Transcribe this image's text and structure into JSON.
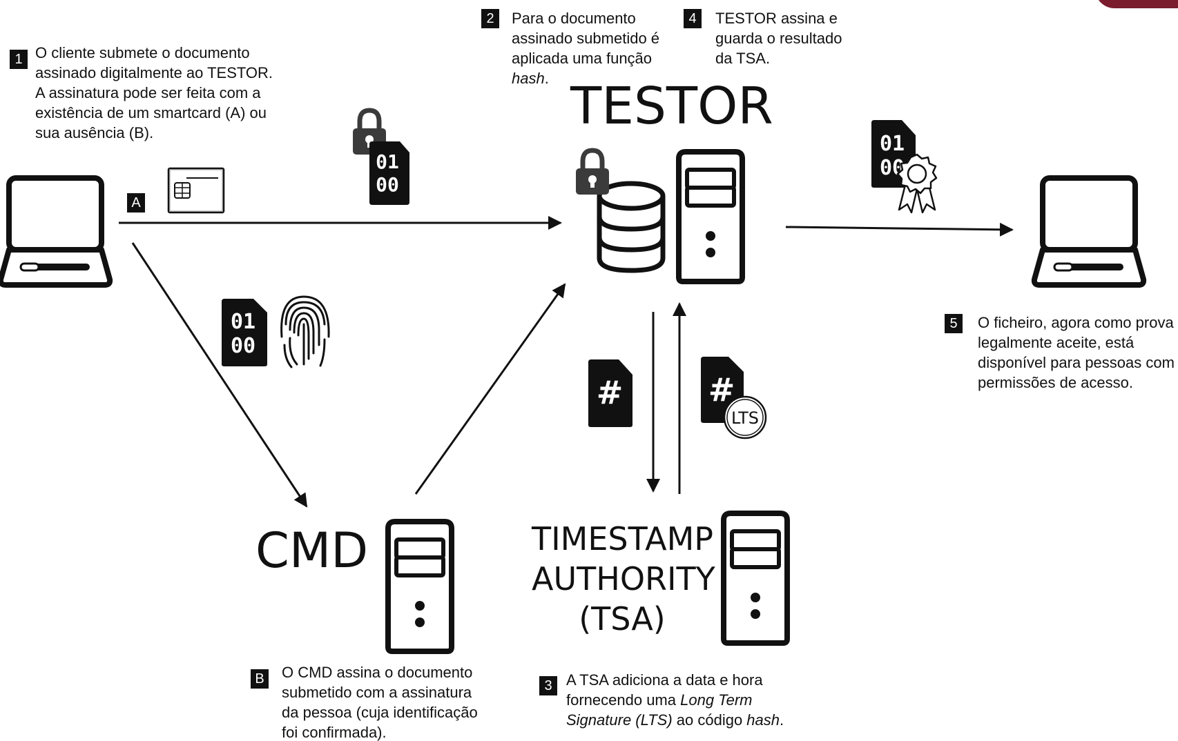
{
  "accent_color": "#7a1c2e",
  "nodes": {
    "testor": "TESTOR",
    "cmd": "CMD",
    "tsa": [
      "TIMESTAMP",
      "AUTHORITY",
      "(TSA)"
    ]
  },
  "steps": {
    "s1": {
      "tag": "1",
      "lines": [
        "O cliente submete o documento",
        "assinado digitalmente ao TESTOR.",
        "A assinatura pode ser feita com a",
        "existência de um smartcard (A) ou",
        "sua ausência (B)."
      ]
    },
    "s2": {
      "tag": "2",
      "lines": [
        "Para o documento",
        "assinado submetido é",
        "aplicada uma função"
      ],
      "italic_line": "hash",
      "suffix": "."
    },
    "s4": {
      "tag": "4",
      "lines": [
        "TESTOR assina e",
        "guarda o resultado",
        "da TSA."
      ]
    },
    "s5": {
      "tag": "5",
      "lines": [
        "O ficheiro, agora como prova",
        "legalmente aceite, está",
        "disponível para pessoas com",
        "permissões de acesso."
      ]
    },
    "sB": {
      "tag": "B",
      "lines": [
        "O CMD assina o documento",
        "submetido com a assinatura",
        "da pessoa (cuja identificação",
        "foi confirmada)."
      ]
    },
    "s3": {
      "tag": "3",
      "line1": "A TSA adiciona a data e hora",
      "line2_a": "fornecendo uma ",
      "line2_b": "Long Term",
      "line3_a": "Signature (LTS)",
      "line3_b": " ao código ",
      "line3_c": "hash",
      "line3_d": "."
    },
    "sA": {
      "tag": "A"
    }
  },
  "icon_text": {
    "bits_top": "01",
    "bits_bottom": "00",
    "hash": "#",
    "lts": "LTS"
  },
  "icons": [
    "laptop-icon",
    "smartcard-icon",
    "lock-icon",
    "binary-document-icon",
    "fingerprint-icon",
    "database-icon",
    "server-icon",
    "hash-document-icon",
    "certified-document-icon"
  ]
}
